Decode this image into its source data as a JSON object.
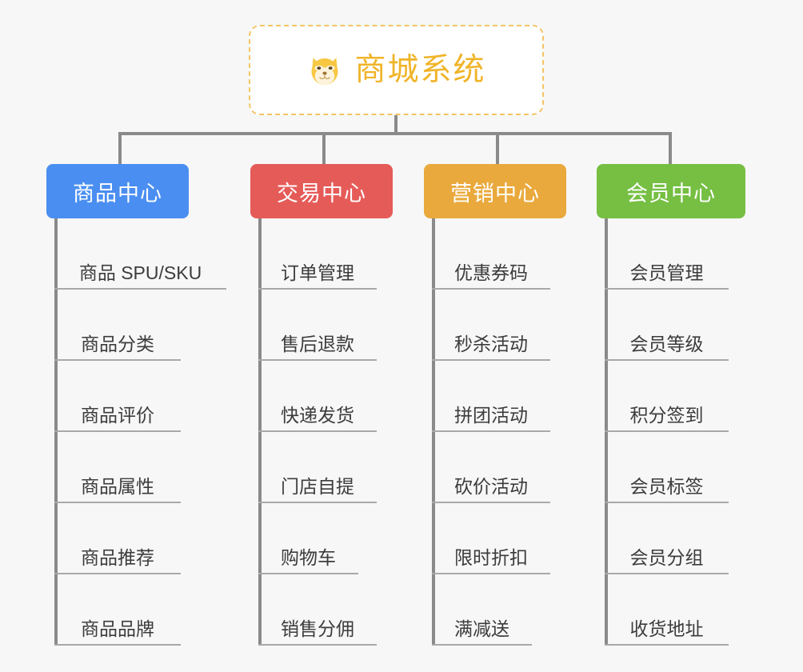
{
  "diagram": {
    "type": "org-chart-tree",
    "background_color": "#f7f7f7",
    "root": {
      "title": "商城系统",
      "icon": "shiba-dog-face-emoji",
      "icon_glyph": "🐶",
      "text_color": "#f0b429",
      "border_color": "#f3c567",
      "background_color": "#ffffff",
      "border_style": "dashed"
    },
    "connector_color": "#8a8a8a",
    "leaf_underline_color": "#a9a9a9",
    "leaf_text_color": "#3c3c3c",
    "columns": [
      {
        "label": "商品中心",
        "color": "#4a8ef1",
        "items": [
          "商品 SPU/SKU",
          "商品分类",
          "商品评价",
          "商品属性",
          "商品推荐",
          "商品品牌"
        ]
      },
      {
        "label": "交易中心",
        "color": "#e55b58",
        "items": [
          "订单管理",
          "售后退款",
          "快递发货",
          "门店自提",
          "购物车",
          "销售分佣"
        ]
      },
      {
        "label": "营销中心",
        "color": "#eaa93c",
        "items": [
          "优惠券码",
          "秒杀活动",
          "拼团活动",
          "砍价活动",
          "限时折扣",
          "满减送"
        ]
      },
      {
        "label": "会员中心",
        "color": "#76bf43",
        "items": [
          "会员管理",
          "会员等级",
          "积分签到",
          "会员标签",
          "会员分组",
          "收货地址"
        ]
      }
    ]
  }
}
